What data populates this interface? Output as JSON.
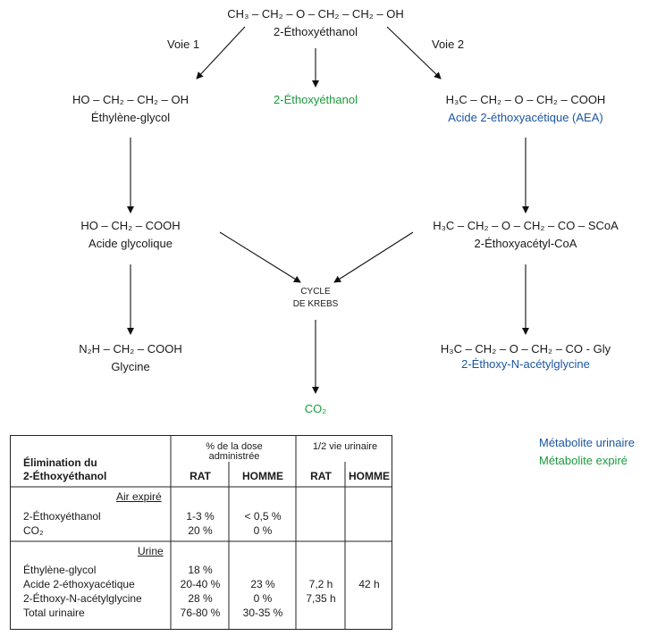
{
  "top": {
    "formula": "CH₃ – CH₂ – O – CH₂ – CH₂ – OH",
    "name": "2-Éthoxyéthanol"
  },
  "voie1": "Voie 1",
  "voie2": "Voie 2",
  "left": [
    {
      "formula": "HO – CH₂ – CH₂ – OH",
      "name": "Éthylène-glycol"
    },
    {
      "formula": "HO – CH₂ –  COOH",
      "name": "Acide glycolique"
    },
    {
      "formula": "N₂H – CH₂ –  COOH",
      "name": "Glycine"
    }
  ],
  "middle": {
    "expired": "2-Éthoxyéthanol",
    "krebs_line1": "CYCLE",
    "krebs_line2": "DE KREBS",
    "co2": "CO₂"
  },
  "right": [
    {
      "formula": "H₃C – CH₂ – O – CH₂ – COOH",
      "name": "Acide 2-éthoxyacétique (AEA)"
    },
    {
      "formula": "H₃C – CH₂ – O – CH₂ – CO – SCoA",
      "name": "2-Éthoxyacétyl-CoA"
    },
    {
      "formula": "H₃C – CH₂ – O – CH₂ – CO - Gly",
      "name": "2-Éthoxy-N-acétylglycine"
    }
  ],
  "legend": {
    "urinary": "Métabolite urinaire",
    "expired": "Métabolite expiré"
  },
  "colors": {
    "urinary": "#1c56a0",
    "expired": "#1a9a3c"
  },
  "table": {
    "title_line1": "Élimination du",
    "title_line2": "2-Éthoxyéthanol",
    "dose_header_line1": "% de la dose",
    "dose_header_line2": "administrée",
    "half_life_header": "1/2 vie urinaire",
    "col_rat": "RAT",
    "col_homme": "HOMME",
    "section_air": "Air expiré",
    "section_urine": "Urine",
    "air_rows": [
      {
        "label": "2-Éthoxyéthanol",
        "rat": "1-3 %",
        "homme": "< 0,5 %",
        "hl_rat": "",
        "hl_homme": ""
      },
      {
        "label": "CO₂",
        "rat": "20 %",
        "homme": "0 %",
        "hl_rat": "",
        "hl_homme": ""
      }
    ],
    "urine_rows": [
      {
        "label": "Éthylène-glycol",
        "rat": "18 %",
        "homme": "",
        "hl_rat": "",
        "hl_homme": ""
      },
      {
        "label": "Acide 2-éthoxyacétique",
        "rat": "20-40 %",
        "homme": "23 %",
        "hl_rat": "7,2 h",
        "hl_homme": "42 h"
      },
      {
        "label": "2-Éthoxy-N-acétylglycine",
        "rat": "28 %",
        "homme": "0 %",
        "hl_rat": "7,35 h",
        "hl_homme": ""
      },
      {
        "label": "Total urinaire",
        "rat": "76-80 %",
        "homme": "30-35 %",
        "hl_rat": "",
        "hl_homme": ""
      }
    ]
  }
}
